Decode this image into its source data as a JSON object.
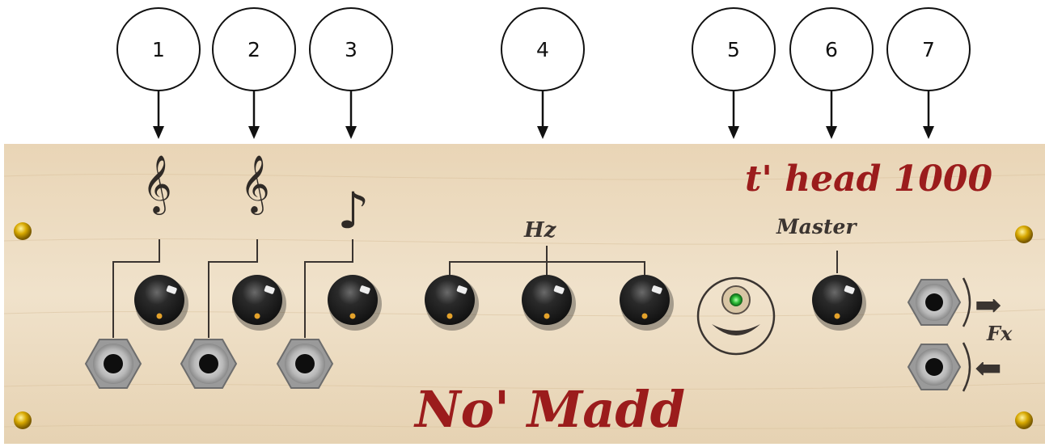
{
  "callouts": [
    "1",
    "2",
    "3",
    "4",
    "5",
    "6",
    "7"
  ],
  "panel": {
    "model_title": "t' head 1000",
    "brand": "No' Madd",
    "hz_label": "Hz",
    "master_label": "Master",
    "fx_label": "Fx",
    "treble_symbol": "𝄞",
    "note_symbol": "♪",
    "arrow_right": "➡",
    "arrow_left": "⬅"
  },
  "colors": {
    "wood": "#ecdcc1",
    "brand_red": "#9b1c1c",
    "knob": "#222222",
    "led": "#2fbf3a"
  }
}
